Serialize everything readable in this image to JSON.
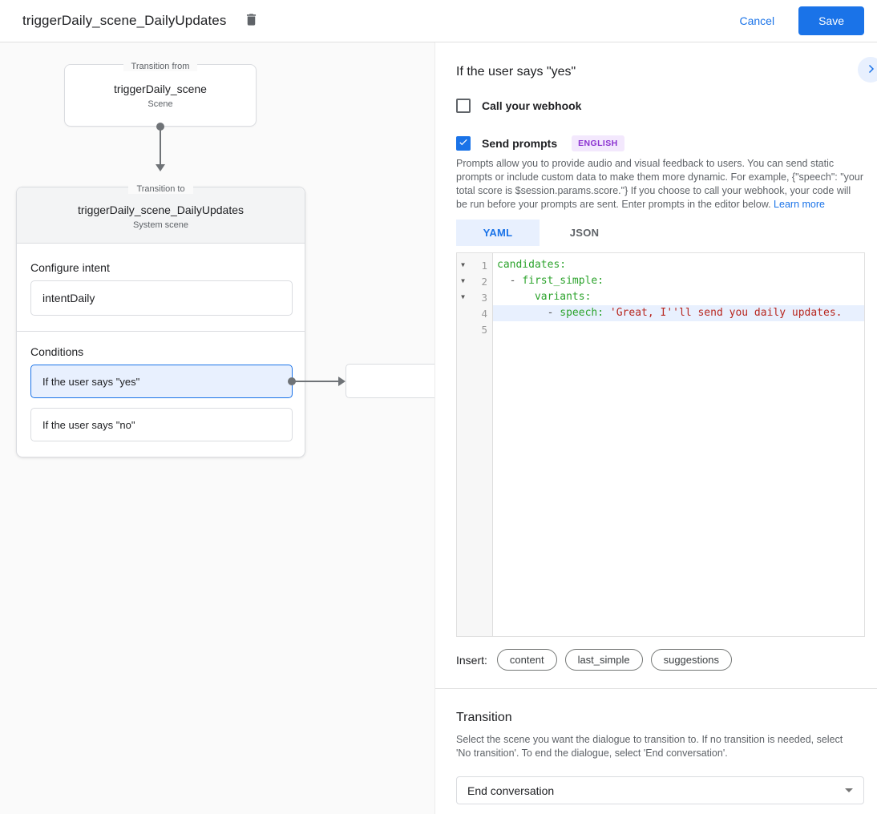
{
  "header": {
    "title": "triggerDaily_scene_DailyUpdates",
    "cancel_label": "Cancel",
    "save_label": "Save"
  },
  "canvas": {
    "from_node": {
      "legend": "Transition from",
      "title": "triggerDaily_scene",
      "subtitle": "Scene"
    },
    "to_node": {
      "legend": "Transition to",
      "title": "triggerDaily_scene_DailyUpdates",
      "subtitle": "System scene",
      "intent_label": "Configure intent",
      "intent_value": "intentDaily",
      "conditions_label": "Conditions",
      "conditions": [
        {
          "label": "If the user says \"yes\"",
          "selected": true
        },
        {
          "label": "If the user says \"no\"",
          "selected": false
        }
      ]
    }
  },
  "panel": {
    "title": "If the user says \"yes\"",
    "webhook": {
      "label": "Call your webhook",
      "checked": false
    },
    "prompts": {
      "label": "Send prompts",
      "checked": true,
      "badge": "ENGLISH"
    },
    "description": "Prompts allow you to provide audio and visual feedback to users. You can send static prompts or include custom data to make them more dynamic. For example, {\"speech\": \"your total score is $session.params.score.\"} If you choose to call your webhook, your code will be run before your prompts are sent. Enter prompts in the editor below. ",
    "learn_more": "Learn more",
    "tabs": [
      {
        "label": "YAML",
        "active": true
      },
      {
        "label": "JSON",
        "active": false
      }
    ],
    "editor": {
      "lines": [
        {
          "num": "1",
          "fold": "▼",
          "segments": [
            {
              "c": "key",
              "t": "candidates:"
            }
          ]
        },
        {
          "num": "2",
          "fold": "▼",
          "segments": [
            {
              "c": "meta",
              "t": "  - "
            },
            {
              "c": "key",
              "t": "first_simple:"
            }
          ]
        },
        {
          "num": "3",
          "fold": "▼",
          "segments": [
            {
              "c": "plain",
              "t": "      "
            },
            {
              "c": "key",
              "t": "variants:"
            }
          ]
        },
        {
          "num": "4",
          "active": true,
          "segments": [
            {
              "c": "meta",
              "t": "        - "
            },
            {
              "c": "key",
              "t": "speech:"
            },
            {
              "c": "plain",
              "t": " "
            },
            {
              "c": "str",
              "t": "'Great, I''ll send you daily updates."
            }
          ]
        },
        {
          "num": "5",
          "segments": []
        }
      ]
    },
    "insert": {
      "label": "Insert:",
      "chips": [
        "content",
        "last_simple",
        "suggestions"
      ]
    },
    "transition": {
      "title": "Transition",
      "description": "Select the scene you want the dialogue to transition to. If no transition is needed, select 'No transition'. To end the dialogue, select 'End conversation'.",
      "selected": "End conversation"
    }
  },
  "colors": {
    "accent_blue": "#1a73e8",
    "accent_light_blue": "#e8f0fe",
    "badge_purple_text": "#8a30d0",
    "badge_purple_bg": "#f3e8fd",
    "code_key_green": "#2ca32c",
    "code_string_red": "#b8271f",
    "canvas_bg": "#fafafa",
    "border_gray": "#dadce0",
    "text_secondary": "#5f6368"
  }
}
